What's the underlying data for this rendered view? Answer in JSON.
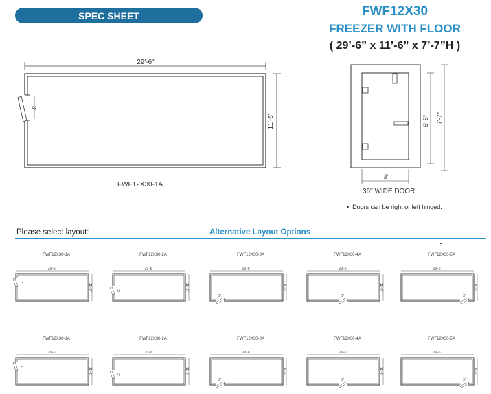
{
  "header": {
    "badge": "SPEC SHEET",
    "model": "FWF12X30",
    "subtitle": "FREEZER WITH FLOOR",
    "dimensions": "( 29’-6” x 11’-6” x 7’-7”H )"
  },
  "plan": {
    "width_label": "29'-6\"",
    "depth_label": "11'-6\"",
    "door_label": "3'",
    "caption": "FWF12X30-1A"
  },
  "elevation": {
    "door_height": "6'-5\"",
    "total_height": "7'-7\"",
    "door_width": "3'",
    "caption": "36\" WIDE DOOR"
  },
  "note": "Doors can be right or left hinged.",
  "layouts": {
    "select_label": "Please select layout:",
    "alt_label": "Alternative Layout Options",
    "row1": [
      {
        "name": "FWF12X30-1A",
        "width": "29'-6\"",
        "depth": "11'-6\"",
        "door": "3'"
      },
      {
        "name": "FWF12X30-2A",
        "width": "29'-6\"",
        "depth": "11'-6\"",
        "door": "3'"
      },
      {
        "name": "FWF12X30-3A",
        "width": "29'-6\"",
        "depth": "11'-6\"",
        "door": "3'"
      },
      {
        "name": "FWF12X30-4A",
        "width": "29'-6\"",
        "depth": "11'-6\"",
        "door": "3'"
      },
      {
        "name": "FWF12X30-5A",
        "width": "29'-6\"",
        "depth": "11'-6\"",
        "door": "3'"
      }
    ],
    "row2": [
      {
        "name": "FWF12X30-1A",
        "width": "29'-6\"",
        "depth": "11'-6\"",
        "door": "3'"
      },
      {
        "name": "FWF12X30-2A",
        "width": "29'-6\"",
        "depth": "11'-6\"",
        "door": "3'"
      },
      {
        "name": "FWF12X30-3A",
        "width": "29'-6\"",
        "depth": "11'-6\"",
        "door": "3'"
      },
      {
        "name": "FWF12X30-4A",
        "width": "29'-6\"",
        "depth": "11'-6\"",
        "door": "3'"
      },
      {
        "name": "FWF12X30-5A",
        "width": "29'-6\"",
        "depth": "11'-6\"",
        "door": "3'"
      }
    ]
  }
}
